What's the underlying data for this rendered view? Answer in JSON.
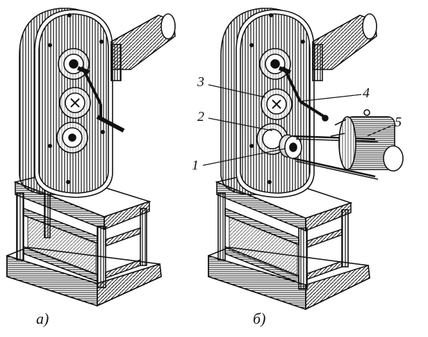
{
  "figure": {
    "captions": {
      "left": "а)",
      "right": "б)"
    },
    "callouts": [
      {
        "id": "1",
        "text": "1"
      },
      {
        "id": "2",
        "text": "2"
      },
      {
        "id": "3",
        "text": "3"
      },
      {
        "id": "4",
        "text": "4"
      },
      {
        "id": "5",
        "text": "5"
      }
    ],
    "colors": {
      "ink": "#111111",
      "paper": "#ffffff"
    }
  }
}
